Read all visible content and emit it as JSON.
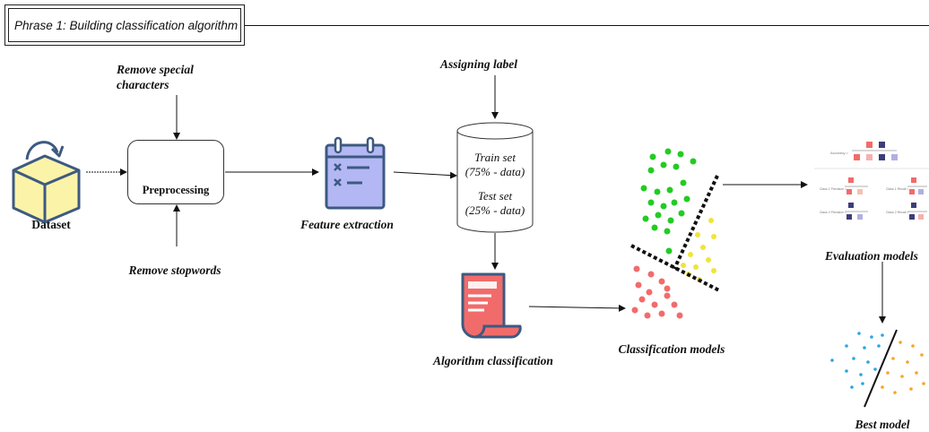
{
  "header": {
    "title": "Phrase 1: Building classification algorithm"
  },
  "nodes": {
    "dataset": "Dataset",
    "remove_special": [
      "Remove  special",
      "characters"
    ],
    "preprocessing": "Preprocessing",
    "remove_stopwords": "Remove stopwords",
    "feature_extraction": "Feature extraction",
    "assigning_label": "Assigning label",
    "train_set": [
      "Train set",
      "(75% - data)"
    ],
    "test_set": [
      "Test set",
      "(25% - data)"
    ],
    "algorithm_classification": "Algorithm classification",
    "classification_models": "Classification models",
    "evaluation_models": "Evaluation models",
    "best_model": "Best model"
  },
  "evaluation_thumbnail": {
    "rows": [
      "Accuracy =",
      "Class 1 Precision =",
      "Class 1 Recall =",
      "Class 2 Precision =",
      "Class 2 Recall ="
    ]
  },
  "colors": {
    "green_points": "#22cc22",
    "yellow_points": "#f2e33a",
    "red_points": "#f26b6b",
    "box_fill": "#fbf3a8",
    "box_stroke": "#3d5a80",
    "feature_fill": "#b3b8f5",
    "algo_fill": "#f26b6b"
  }
}
